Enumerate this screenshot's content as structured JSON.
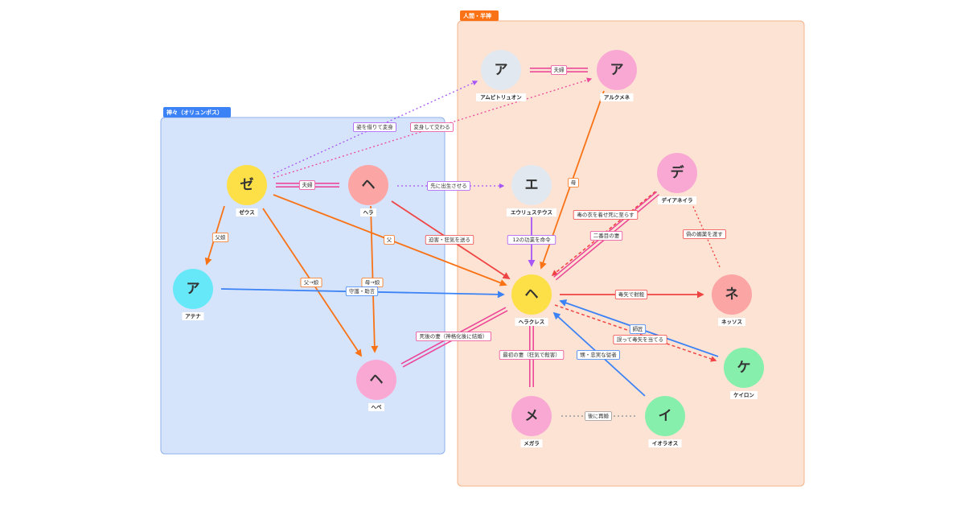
{
  "groups": [
    {
      "id": "gods",
      "label": "神々（オリュンポス）",
      "fill": "#d6e4fb",
      "stroke": "#8fb1ec",
      "tag_color": "#3b82f6"
    },
    {
      "id": "mortals",
      "label": "人間・半神",
      "fill": "#fde3d3",
      "stroke": "#f4b48a",
      "tag_color": "#f97316"
    }
  ],
  "nodes": [
    {
      "id": "zeus",
      "letter": "ゼ",
      "name": "ゼウス",
      "color": "#fde047"
    },
    {
      "id": "hera",
      "letter": "ヘ",
      "name": "ヘラ",
      "color": "#fca5a5"
    },
    {
      "id": "athena",
      "letter": "ア",
      "name": "アテナ",
      "color": "#67e8f9"
    },
    {
      "id": "hebe",
      "letter": "ヘ",
      "name": "ヘベ",
      "color": "#f9a8d4"
    },
    {
      "id": "amphitryon",
      "letter": "ア",
      "name": "アムピトリュオン",
      "color": "#e2e8f0"
    },
    {
      "id": "alcmene",
      "letter": "ア",
      "name": "アルクメネ",
      "color": "#f9a8d4"
    },
    {
      "id": "eurystheus",
      "letter": "エ",
      "name": "エウリュステウス",
      "color": "#e2e8f0"
    },
    {
      "id": "deianira",
      "letter": "デ",
      "name": "デイアネイラ",
      "color": "#f9a8d4"
    },
    {
      "id": "heracles",
      "letter": "ヘ",
      "name": "ヘラクレス",
      "color": "#fde047"
    },
    {
      "id": "nessus",
      "letter": "ネ",
      "name": "ネッソス",
      "color": "#fca5a5"
    },
    {
      "id": "chiron",
      "letter": "ケ",
      "name": "ケイロン",
      "color": "#86efac"
    },
    {
      "id": "megara",
      "letter": "メ",
      "name": "メガラ",
      "color": "#f9a8d4"
    },
    {
      "id": "iolaus",
      "letter": "イ",
      "name": "イオラオス",
      "color": "#86efac"
    }
  ],
  "edges": [
    {
      "from": "amphitryon",
      "to": "alcmene",
      "label": "夫婦",
      "style": "double",
      "color": "#ec4899"
    },
    {
      "from": "zeus",
      "to": "hera",
      "label": "夫婦",
      "style": "double",
      "color": "#ec4899"
    },
    {
      "from": "zeus",
      "to": "amphitryon",
      "label": "姿を借りて変身",
      "style": "dotted-arrow",
      "color": "#a855f7"
    },
    {
      "from": "zeus",
      "to": "alcmene",
      "label": "変身して交わる",
      "style": "dotted-arrow",
      "color": "#ec4899"
    },
    {
      "from": "hera",
      "to": "eurystheus",
      "label": "先に出生させる",
      "style": "dotted-arrow",
      "color": "#a855f7"
    },
    {
      "from": "alcmene",
      "to": "heracles",
      "label": "母",
      "style": "arrow",
      "color": "#f97316"
    },
    {
      "from": "zeus",
      "to": "athena",
      "label": "父娘",
      "style": "arrow",
      "color": "#f97316"
    },
    {
      "from": "zeus",
      "to": "heracles",
      "label": "父",
      "style": "arrow",
      "color": "#f97316"
    },
    {
      "from": "zeus",
      "to": "hebe",
      "label": "父→娘",
      "style": "arrow",
      "color": "#f97316"
    },
    {
      "from": "hera",
      "to": "hebe",
      "label": "母→娘",
      "style": "arrow",
      "color": "#f97316"
    },
    {
      "from": "hera",
      "to": "heracles",
      "label": "迫害・狂気を送る",
      "style": "arrow",
      "color": "#ef4444"
    },
    {
      "from": "athena",
      "to": "heracles",
      "label": "守護・助言",
      "style": "arrow",
      "color": "#3b82f6"
    },
    {
      "from": "eurystheus",
      "to": "heracles",
      "label": "12の功業を命令",
      "style": "arrow",
      "color": "#a855f7"
    },
    {
      "from": "deianira",
      "to": "heracles",
      "label": "毒の衣を着せ死に至らす",
      "style": "dashed-arrow",
      "color": "#ef4444"
    },
    {
      "from": "deianira",
      "to": "heracles",
      "label": "二番目の妻",
      "style": "double",
      "color": "#ec4899"
    },
    {
      "from": "deianira",
      "to": "nessus",
      "label": "偽の媚薬を渡す",
      "style": "dotted",
      "color": "#ef4444"
    },
    {
      "from": "heracles",
      "to": "nessus",
      "label": "毒矢で射殺",
      "style": "arrow",
      "color": "#ef4444"
    },
    {
      "from": "chiron",
      "to": "heracles",
      "label": "師匠",
      "style": "arrow",
      "color": "#3b82f6"
    },
    {
      "from": "heracles",
      "to": "chiron",
      "label": "誤って毒矢を当てる",
      "style": "dashed-arrow",
      "color": "#ef4444"
    },
    {
      "from": "hebe",
      "to": "heracles",
      "label": "死後の妻（神格化後に結婚）",
      "style": "double",
      "color": "#ec4899"
    },
    {
      "from": "heracles",
      "to": "megara",
      "label": "最初の妻（狂気で殺害）",
      "style": "double",
      "color": "#ec4899"
    },
    {
      "from": "iolaus",
      "to": "heracles",
      "label": "甥・忠実な従者",
      "style": "arrow",
      "color": "#3b82f6"
    },
    {
      "from": "megara",
      "to": "iolaus",
      "label": "後に再婚",
      "style": "dotted",
      "color": "#999999"
    }
  ]
}
